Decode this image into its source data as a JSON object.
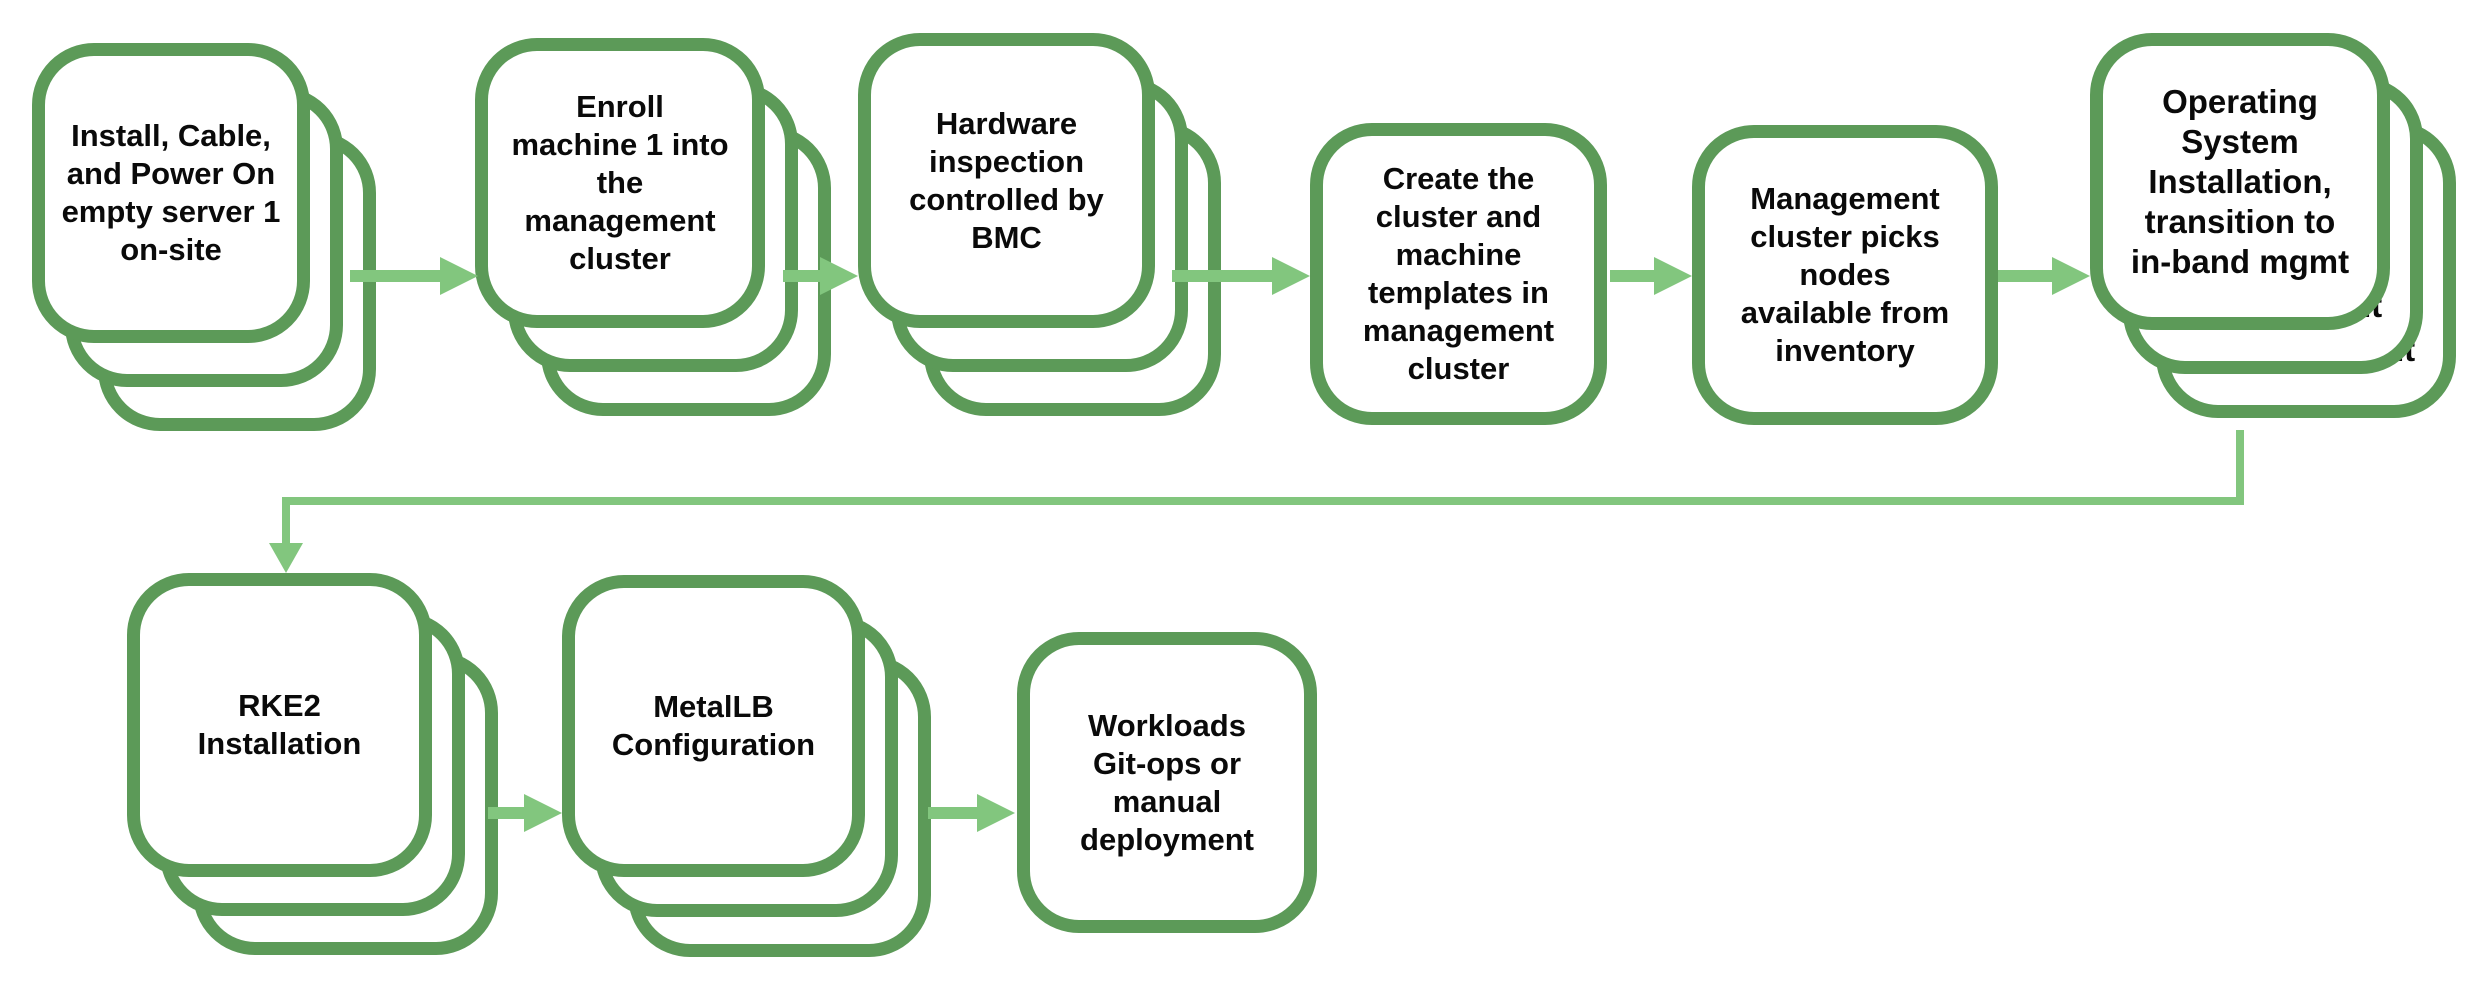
{
  "diagram": {
    "type": "flowchart",
    "background": "#ffffff",
    "colors": {
      "node_border": "#5c9a58",
      "node_fill": "#ffffff",
      "arrow": "#82c67e",
      "text": "#0a0a0a"
    },
    "nodes": [
      {
        "id": "install-server",
        "stacked": true,
        "layers": 3,
        "label": "Install, Cable,\nand Power On\nempty server 1\non-site"
      },
      {
        "id": "enroll-machine",
        "stacked": true,
        "layers": 3,
        "label": "Enroll\nmachine 1 into\nthe\nmanagement\ncluster"
      },
      {
        "id": "hardware-inspection",
        "stacked": true,
        "layers": 3,
        "label": "Hardware\ninspection\ncontrolled by\nBMC"
      },
      {
        "id": "create-templates",
        "stacked": false,
        "layers": 1,
        "label": "Create the\ncluster and\nmachine\ntemplates in\nmanagement\ncluster"
      },
      {
        "id": "cluster-picks-nodes",
        "stacked": false,
        "layers": 1,
        "label": "Management\ncluster picks\nnodes\navailable from\ninventory"
      },
      {
        "id": "os-installation",
        "stacked": true,
        "layers": 3,
        "label": "Operating\nSystem\nInstallation,\ntransition to\nin-band mgmt"
      },
      {
        "id": "rke2-installation",
        "stacked": true,
        "layers": 3,
        "label": "RKE2\nInstallation"
      },
      {
        "id": "metallb-configuration",
        "stacked": true,
        "layers": 3,
        "label": "MetalLB\nConfiguration"
      },
      {
        "id": "workloads-deployment",
        "stacked": false,
        "layers": 1,
        "label": "Workloads\nGit-ops or\nmanual\ndeployment"
      }
    ],
    "edges": [
      {
        "from": "install-server",
        "to": "enroll-machine",
        "style": "arrow"
      },
      {
        "from": "enroll-machine",
        "to": "hardware-inspection",
        "style": "arrow"
      },
      {
        "from": "hardware-inspection",
        "to": "create-templates",
        "style": "arrow"
      },
      {
        "from": "create-templates",
        "to": "cluster-picks-nodes",
        "style": "arrow"
      },
      {
        "from": "cluster-picks-nodes",
        "to": "os-installation",
        "style": "arrow"
      },
      {
        "from": "os-installation",
        "to": "rke2-installation",
        "style": "elbow-arrow"
      },
      {
        "from": "rke2-installation",
        "to": "metallb-configuration",
        "style": "arrow"
      },
      {
        "from": "metallb-configuration",
        "to": "workloads-deployment",
        "style": "arrow"
      }
    ]
  }
}
